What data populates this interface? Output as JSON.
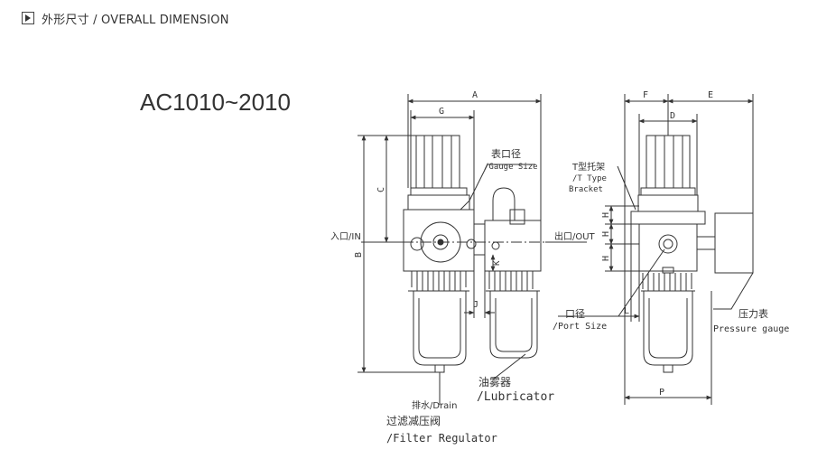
{
  "header": {
    "title": "外形尺寸 / OVERALL DIMENSION",
    "icon": "play-square-icon"
  },
  "model": "AC1010~2010",
  "dimensions": {
    "A": "A",
    "B": "B",
    "C": "C",
    "D": "D",
    "E": "E",
    "F": "F",
    "G": "G",
    "H1": "H",
    "H2": "H",
    "H3": "H",
    "J": "J",
    "K": "K",
    "L": "L",
    "P": "P"
  },
  "labels": {
    "inlet": "入口/IN",
    "outlet": "出口/OUT",
    "gauge_size_cn": "表口径",
    "gauge_size_en": "/Gauge Size",
    "t_bracket_cn": "T型托架",
    "t_bracket_en1": "/T Type",
    "t_bracket_en2": "Bracket",
    "port_size_cn": "口径",
    "port_size_en": "/Port Size",
    "pressure_gauge_cn": "压力表",
    "pressure_gauge_en": "Pressure gauge",
    "drain": "排水/Drain",
    "lubricator_cn": "油雾器",
    "lubricator_en": "/Lubricator",
    "filter_regulator_cn": "过滤减压阀",
    "filter_regulator_en": "/Filter Regulator"
  }
}
